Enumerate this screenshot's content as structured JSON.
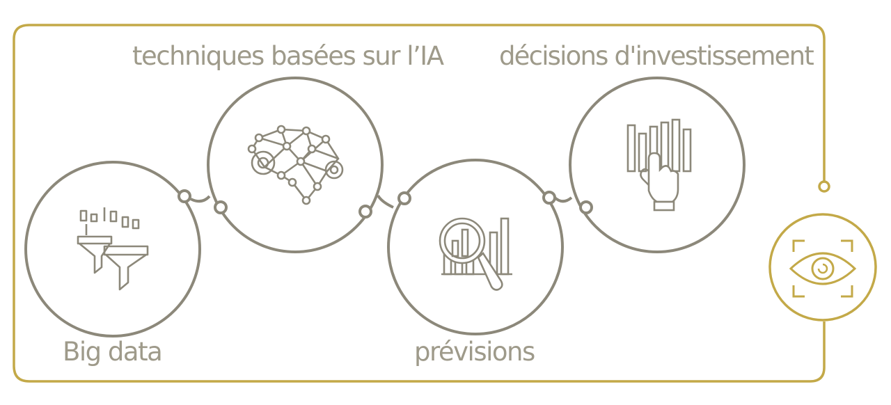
{
  "diagram": {
    "steps": [
      {
        "label": "Big data",
        "icon": "funnels-data-icon"
      },
      {
        "label": "techniques basées sur l’IA",
        "icon": "brain-network-gears-icon"
      },
      {
        "label": "prévisions",
        "icon": "magnifier-bar-chart-icon"
      },
      {
        "label": "décisions d'investissement",
        "icon": "hand-bar-chart-icon"
      }
    ],
    "end_icon": "eye-scan-icon"
  },
  "colors": {
    "circle": "#8c887a",
    "text": "#9e9a8a",
    "accent": "#c3a948"
  }
}
